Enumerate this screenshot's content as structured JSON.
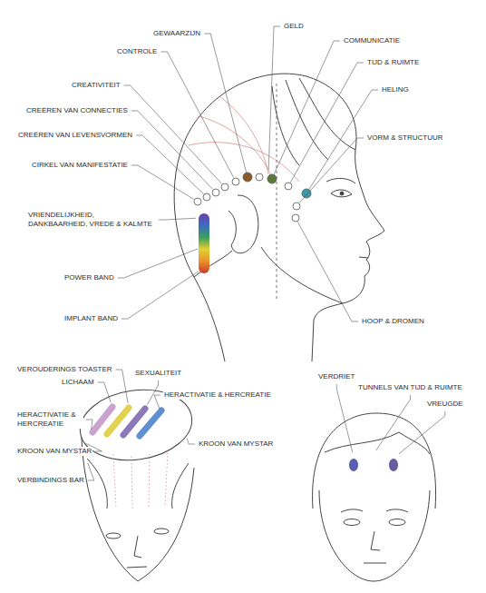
{
  "diagram": {
    "labels": [
      "GEWAARZIJN",
      "GELD",
      "CONTROLE",
      "COMMUNICATIE",
      "TIJD & RUIMTE",
      "CREATIVITEIT",
      "HELING",
      "CREËREN VAN CONNECTIES",
      "CREËREN VAN LEVENSVORMEN",
      "VORM & STRUCTUUR",
      "CIRKEL VAN MANIFESTATIE",
      "VRIENDELIJKHEID, DANKBAARHEID, VREDE & KALMTE",
      "POWER BAND",
      "IMPLANT BAND",
      "HOOP & DROMEN",
      "VEROUDERINGS TOASTER",
      "SEXUALITEIT",
      "LICHAAM",
      "HERACTIVATIE & HERCREATIE",
      "HERACTIVATIE & HERCREATIE",
      "KROON VAN MYSTAR",
      "KROON VAN MYSTAR",
      "VERBINDINGS BAR",
      "VERDRIET",
      "TUNNELS VAN TIJD & RUIMTE",
      "VREUGDE"
    ]
  }
}
